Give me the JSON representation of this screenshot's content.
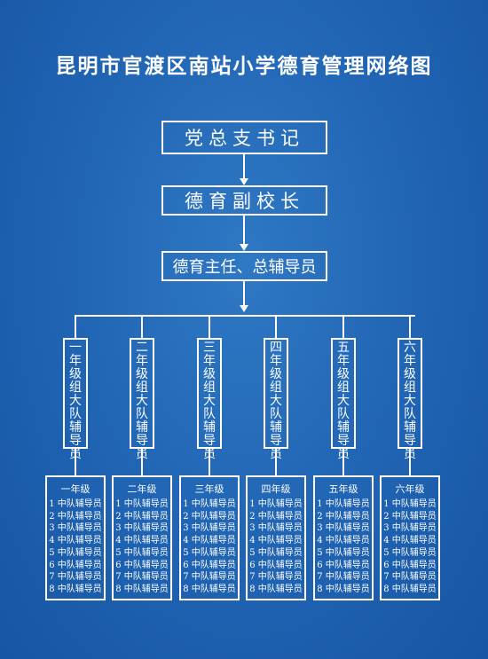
{
  "title": "昆明市官渡区南站小学德育管理网络图",
  "top": {
    "secretary": "党总支书记",
    "vice_principal": "德育副校长",
    "director": "德育主任、总辅导员"
  },
  "grades": [
    {
      "label": "一年级组大队辅导员",
      "team_title": "一年级"
    },
    {
      "label": "二年级组大队辅导员",
      "team_title": "二年级"
    },
    {
      "label": "三年级组大队辅导员",
      "team_title": "三年级"
    },
    {
      "label": "四年级组大队辅导员",
      "team_title": "四年级"
    },
    {
      "label": "五年级组大队辅导员",
      "team_title": "五年级"
    },
    {
      "label": "六年级组大队辅导员",
      "team_title": "六年级"
    }
  ],
  "team_rows": [
    "1 中队辅导员",
    "2 中队辅导员",
    "3 中队辅导员",
    "4 中队辅导员",
    "5 中队辅导员",
    "6 中队辅导员",
    "7 中队辅导员",
    "8 中队辅导员"
  ],
  "colors": {
    "background": "#1f63b2",
    "line": "#ffffff"
  }
}
